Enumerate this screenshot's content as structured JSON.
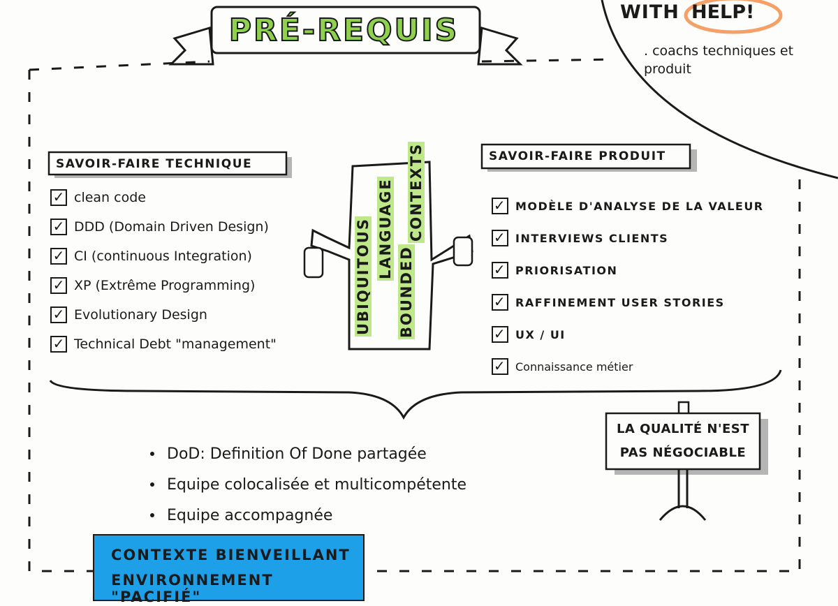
{
  "title": "PRÉ-REQUIS",
  "help": {
    "with": "WITH",
    "help": "HELP!",
    "item": ". coachs techniques et produit"
  },
  "technique": {
    "title": "SAVOIR-FAIRE TECHNIQUE",
    "items": [
      "clean code",
      "DDD (Domain Driven Design)",
      "CI (continuous Integration)",
      "XP (Extrême Programming)",
      "Evolutionary Design",
      "Technical Debt \"management\""
    ]
  },
  "center": {
    "col1": "UBIQUITOUS",
    "col2": "LANGUAGE",
    "col3": "BOUNDED",
    "col4": "CONTEXTS"
  },
  "produit": {
    "title": "SAVOIR-FAIRE PRODUIT",
    "items": [
      "MODÈLE D'ANALYSE DE LA VALEUR",
      "INTERVIEWS CLIENTS",
      "PRIORISATION",
      "RAFFINEMENT USER STORIES",
      "UX / UI",
      "Connaissance métier"
    ]
  },
  "bullets": [
    "DoD: Definition Of Done partagée",
    "Equipe colocalisée et multicompétente",
    "Equipe accompagnée"
  ],
  "sign": {
    "line1": "LA QUALITÉ N'EST",
    "line2": "PAS NÉGOCIABLE"
  },
  "context": {
    "line1": "CONTEXTE BIENVEILLANT",
    "line2": "ENVIRONNEMENT \"PACIFIÉ\""
  },
  "colors": {
    "green": "#8fd14f",
    "highlight": "#bfe88a",
    "blue": "#1ea0e8",
    "orange": "#f4a066"
  }
}
